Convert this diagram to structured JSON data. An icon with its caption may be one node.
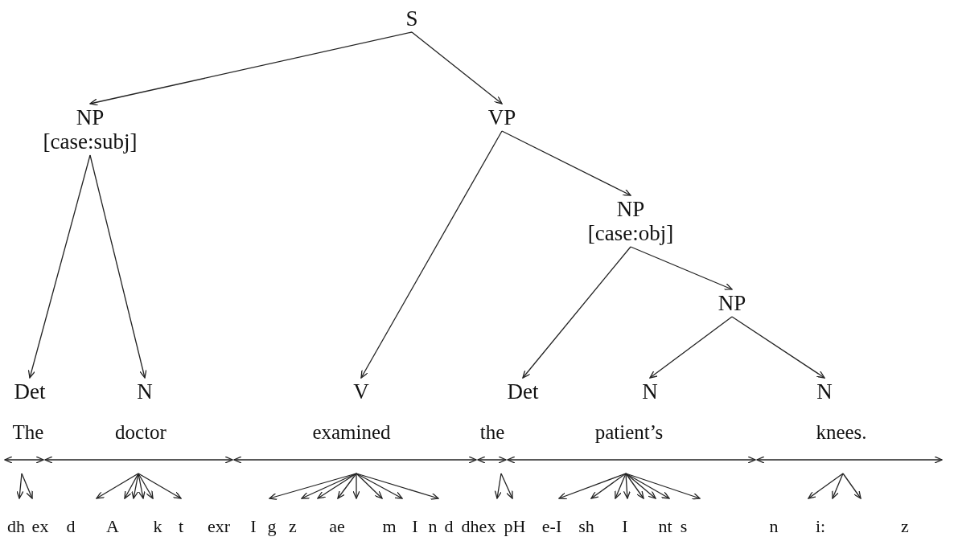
{
  "diagram": {
    "nodes": [
      {
        "text": [
          "S"
        ]
      },
      {
        "text": [
          "NP",
          "[case:subj]"
        ]
      },
      {
        "text": [
          "VP"
        ]
      },
      {
        "text": [
          "NP",
          "[case:obj]"
        ]
      },
      {
        "text": [
          "NP"
        ]
      },
      {
        "text": [
          "Det"
        ]
      },
      {
        "text": [
          "N"
        ]
      },
      {
        "text": [
          "V"
        ]
      },
      {
        "text": [
          "Det"
        ]
      },
      {
        "text": [
          "N"
        ]
      },
      {
        "text": [
          "N"
        ]
      }
    ],
    "edges": [
      {
        "from": 0,
        "to": 1,
        "arrow": "to"
      },
      {
        "from": 0,
        "to": 2,
        "arrow": "to"
      },
      {
        "from": 1,
        "to": 5,
        "arrow": "to"
      },
      {
        "from": 1,
        "to": 6,
        "arrow": "to"
      },
      {
        "from": 2,
        "to": 7,
        "arrow": "to"
      },
      {
        "from": 2,
        "to": 3,
        "arrow": "to"
      },
      {
        "from": 3,
        "to": 8,
        "arrow": "to"
      },
      {
        "from": 3,
        "to": 4,
        "arrow": "to"
      },
      {
        "from": 4,
        "to": 9,
        "arrow": "to"
      },
      {
        "from": 4,
        "to": 10,
        "arrow": "to"
      }
    ],
    "labels": [
      "The",
      "doctor",
      "examined",
      "the",
      "patient’s",
      "knees.",
      "dh",
      "ex",
      "d",
      "A",
      "k",
      "t",
      "exr",
      "I",
      "g",
      "z",
      "ae",
      "m",
      "I",
      "n",
      "d",
      "dhex",
      "pH",
      "e-I",
      "sh",
      "I",
      "nt",
      "s",
      "n",
      "i:",
      "z"
    ]
  }
}
